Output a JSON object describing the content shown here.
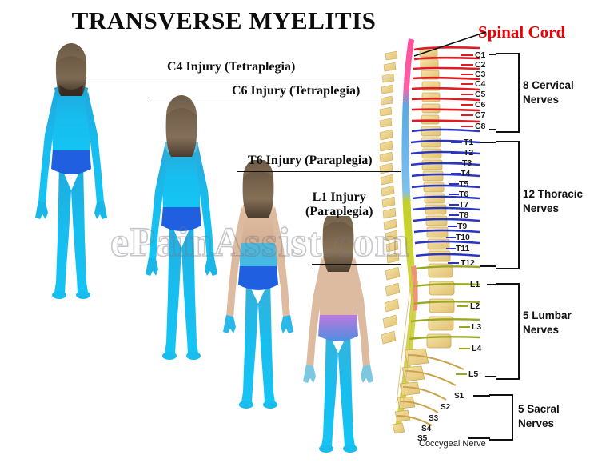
{
  "title": "TRANSVERSE MYELITIS",
  "watermark": "ePainAssist.com",
  "spinal_cord_label": "Spinal Cord",
  "injuries": [
    {
      "id": "c4",
      "label": "C4 Injury (Tetraplegia)"
    },
    {
      "id": "c6",
      "label": "C6 Injury (Tetraplegia)"
    },
    {
      "id": "t6",
      "label": "T6 Injury (Paraplegia)"
    },
    {
      "id": "l1",
      "line1": "L1 Injury",
      "line2": "(Paraplegia)"
    }
  ],
  "nerve_groups": [
    {
      "id": "cervical",
      "count_label": "8 Cervical",
      "noun": "Nerves",
      "color": "#e01b24",
      "levels": [
        "C1",
        "C2",
        "C3",
        "C4",
        "C5",
        "C6",
        "C7",
        "C8"
      ]
    },
    {
      "id": "thoracic",
      "count_label": "12 Thoracic",
      "noun": "Nerves",
      "color": "#2b35c4",
      "levels": [
        "T1",
        "T2",
        "T3",
        "T4",
        "T5",
        "T6",
        "T7",
        "T8",
        "T9",
        "T10",
        "T11",
        "T12"
      ]
    },
    {
      "id": "lumbar",
      "count_label": "5 Lumbar",
      "noun": "Nerves",
      "color": "#9aa821",
      "levels": [
        "L1",
        "L2",
        "L3",
        "L4",
        "L5"
      ]
    },
    {
      "id": "sacral",
      "count_label": "5 Sacral",
      "noun": "Nerves",
      "color": "#c9a24a",
      "levels": [
        "S1",
        "S2",
        "S3",
        "S4",
        "S5"
      ]
    }
  ],
  "coccygeal_label": "Coccygeal Nerve",
  "figures": [
    {
      "id": "figure-c4",
      "affected": "full-body-below-neck"
    },
    {
      "id": "figure-c6",
      "affected": "below-shoulders"
    },
    {
      "id": "figure-t6",
      "affected": "below-mid-torso"
    },
    {
      "id": "figure-l1",
      "affected": "below-hips"
    }
  ],
  "colors": {
    "accent_red": "#ee0000",
    "cervical_cord": "#ff4f9a",
    "thoracic_cord": "#5aa9e6",
    "lumbar_cord": "#c3cf2a",
    "body_blue": "#19b7e8",
    "hip_band_blue": "#1f5fe0",
    "hip_band_purple": "#b06fd8",
    "vertebra": "#f0d88c"
  }
}
